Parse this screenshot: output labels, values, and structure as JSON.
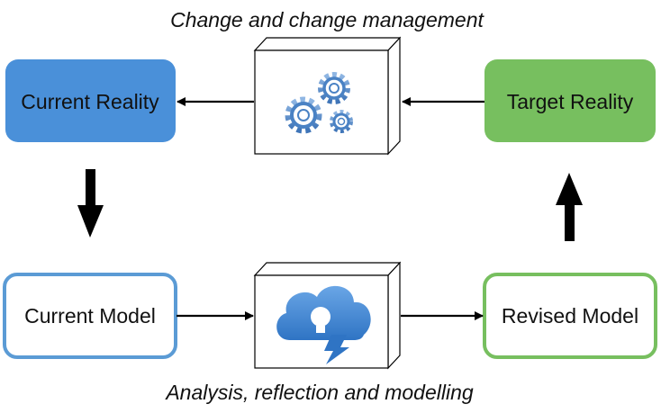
{
  "captions": {
    "top": "Change and change management",
    "bottom": "Analysis, reflection and modelling"
  },
  "nodes": {
    "current_reality": "Current Reality",
    "target_reality": "Target Reality",
    "current_model": "Current Model",
    "revised_model": "Revised Model"
  },
  "icons": {
    "top_cube": "gears-icon",
    "bottom_cube": "cloud-lightbulb-icon"
  },
  "colors": {
    "current_reality_fill": "#4a90d9",
    "target_reality_fill": "#77bf5f",
    "current_model_border": "#5b9bd5",
    "revised_model_border": "#77bf5f",
    "gear_blue": "#5b8fc9",
    "cloud_blue": "#4d8fd6"
  }
}
